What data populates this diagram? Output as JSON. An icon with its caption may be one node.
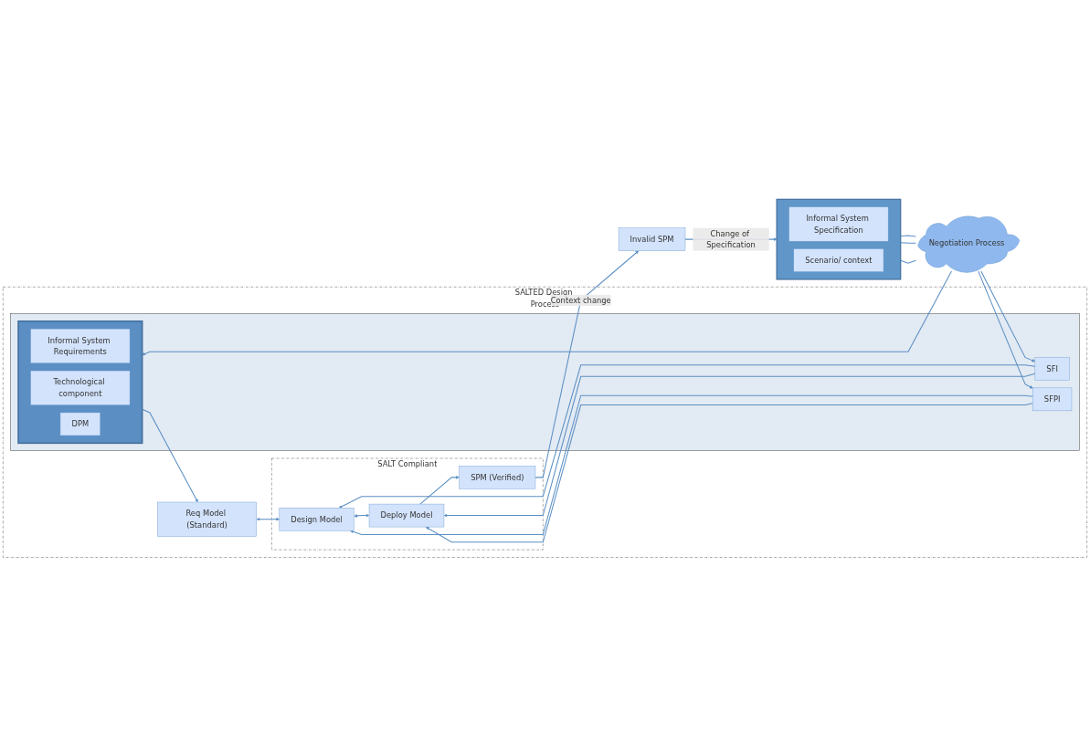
{
  "diagram": {
    "nodes": [
      {
        "text": [],
        "shape": "box"
      },
      {
        "text": [
          "Informal System Specification"
        ],
        "in": 0
      },
      {
        "text": [
          "Scenario/ context"
        ],
        "in": 0
      },
      {
        "text": [
          "Negotiation Process"
        ]
      },
      {
        "text": [
          "SALTED Design Process"
        ]
      },
      {
        "text": [],
        "shape": "box",
        "in": 4
      },
      {
        "text": [],
        "shape": "box",
        "in": 5
      },
      {
        "text": [
          "Informal System Requirements"
        ],
        "in": 6
      },
      {
        "text": [
          "Technological component"
        ],
        "in": 6
      },
      {
        "text": [
          "DPM"
        ],
        "in": 6
      },
      {
        "text": [
          "SFI"
        ],
        "in": 5
      },
      {
        "text": [
          "SFPI"
        ],
        "in": 5
      },
      {
        "text": [
          "Req Model (Standard)"
        ],
        "in": 4
      },
      {
        "text": [
          "SALT Compliant"
        ],
        "in": 4
      },
      {
        "text": [
          "Design Model"
        ],
        "in": 13
      },
      {
        "text": [
          "Deploy Model"
        ],
        "in": 13
      },
      {
        "text": [
          "SPM (Verified)"
        ],
        "in": 13
      },
      {
        "text": [
          "Invalid SPM"
        ]
      }
    ],
    "edges": [
      {
        "from": 0,
        "to": 3,
        "arrow": "none"
      },
      {
        "from": 0,
        "to": 3,
        "arrow": "none"
      },
      {
        "from": 0,
        "to": 3,
        "arrow": "none"
      },
      {
        "from": 3,
        "to": 6,
        "arrow": "to"
      },
      {
        "from": 3,
        "to": 10,
        "arrow": "to"
      },
      {
        "from": 3,
        "to": 11,
        "arrow": "to"
      },
      {
        "from": 6,
        "to": 12,
        "arrow": "to"
      },
      {
        "from": 12,
        "to": 14,
        "arrow": "both"
      },
      {
        "from": 10,
        "to": 14,
        "arrow": "to"
      },
      {
        "from": 10,
        "to": 15,
        "arrow": "to"
      },
      {
        "from": 11,
        "to": 14,
        "arrow": "to"
      },
      {
        "from": 11,
        "to": 15,
        "arrow": "to"
      },
      {
        "from": 14,
        "to": 15,
        "arrow": "both"
      },
      {
        "from": 15,
        "to": 16,
        "arrow": "to"
      },
      {
        "from": 16,
        "to": 17,
        "label": "Context change",
        "arrow": "to"
      },
      {
        "from": 17,
        "to": 0,
        "label": "Change of Specification",
        "arrow": "to"
      }
    ]
  }
}
